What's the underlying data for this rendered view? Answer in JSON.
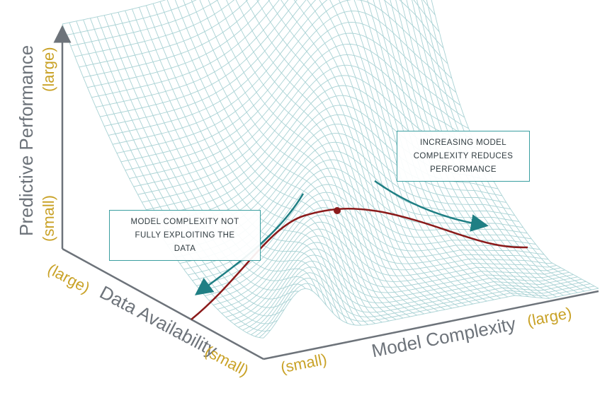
{
  "axes": {
    "performance": {
      "title": "Predictive Performance",
      "low": "(small)",
      "high": "(large)"
    },
    "data": {
      "title": "Data Availability",
      "low": "(small)",
      "high": "(large)"
    },
    "complexity": {
      "title": "Model Complexity",
      "low": "(small)",
      "high": "(large)"
    }
  },
  "callouts": {
    "left": "MODEL COMPLEXITY NOT FULLY EXPLOITING THE DATA",
    "right": "INCREASING MODEL COMPLEXITY REDUCES PERFORMANCE"
  },
  "colors": {
    "mesh": "#a9d2d4",
    "curve": "#8b1a1a",
    "arrow": "#1f7f84",
    "axis": "#6d737a",
    "tick": "#c9a227",
    "callout_border": "#3a9ea0"
  }
}
